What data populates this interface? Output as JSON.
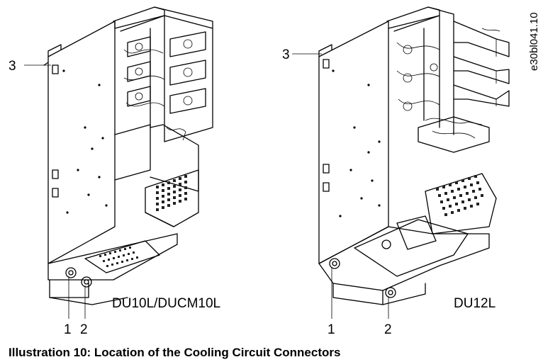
{
  "figure": {
    "left_unit": {
      "name": "DU10L/DUCM10L",
      "callouts": [
        "1",
        "2",
        "3"
      ]
    },
    "right_unit": {
      "name": "DU12L",
      "callouts": [
        "1",
        "2",
        "3"
      ]
    },
    "image_code": "e30bl041.10"
  },
  "caption": "Illustration 10: Location of the Cooling Circuit Connectors"
}
